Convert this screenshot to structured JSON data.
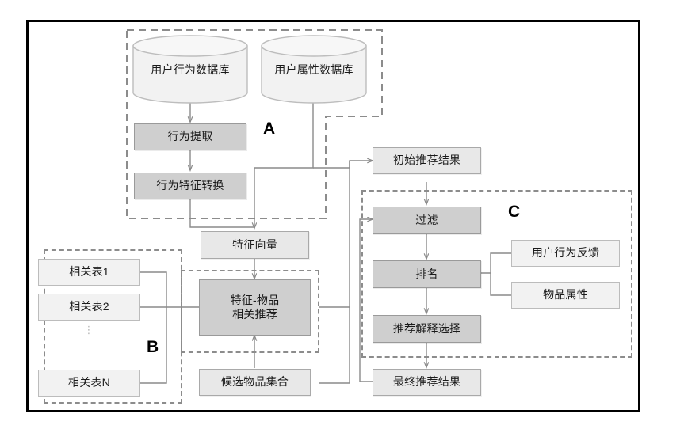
{
  "diagram": {
    "title": "Recommendation system architecture flowchart",
    "group_labels": [
      {
        "id": "A",
        "text": "A"
      },
      {
        "id": "B",
        "text": "B"
      },
      {
        "id": "C",
        "text": "C"
      }
    ],
    "datastores": [
      {
        "id": "user-behavior-db",
        "label": "用户行为数据库"
      },
      {
        "id": "user-attribute-db",
        "label": "用户属性数据库"
      }
    ],
    "process_nodes": [
      {
        "id": "behavior-extraction",
        "label": "行为提取",
        "shade": "dark"
      },
      {
        "id": "behavior-feature-transform",
        "label": "行为特征转换",
        "shade": "dark"
      },
      {
        "id": "feature-vector",
        "label": "特征向量",
        "shade": "light"
      },
      {
        "id": "feature-item-recommend",
        "label_line1": "特征-物品",
        "label_line2": "相关推荐",
        "shade": "dark"
      },
      {
        "id": "candidate-item-set",
        "label": "候选物品集合",
        "shade": "light"
      },
      {
        "id": "initial-recommend-result",
        "label": "初始推荐结果",
        "shade": "light"
      },
      {
        "id": "filter",
        "label": "过滤",
        "shade": "dark"
      },
      {
        "id": "ranking",
        "label": "排名",
        "shade": "dark"
      },
      {
        "id": "recommend-explanation-select",
        "label": "推荐解释选择",
        "shade": "dark"
      },
      {
        "id": "final-recommend-result",
        "label": "最终推荐结果",
        "shade": "light"
      },
      {
        "id": "user-behavior-feedback",
        "label": "用户行为反馈",
        "shade": "pale"
      },
      {
        "id": "item-attribute",
        "label": "物品属性",
        "shade": "pale"
      }
    ],
    "relation_tables": [
      {
        "id": "relation-table-1",
        "label": "相关表1"
      },
      {
        "id": "relation-table-2",
        "label": "相关表2"
      },
      {
        "id": "relation-table-n",
        "label": "相关表N"
      }
    ],
    "ellipsis": "⋮",
    "colors": {
      "frame": "#000000",
      "dashed_group": "#8c8c8c",
      "connector": "#8a8a8a",
      "box_light_fill": "#e8e8e8",
      "box_dark_fill": "#cfcfcf",
      "box_pale_fill": "#f2f2f2",
      "box_border": "#a9a9a9",
      "text": "#1a1a1a"
    }
  }
}
